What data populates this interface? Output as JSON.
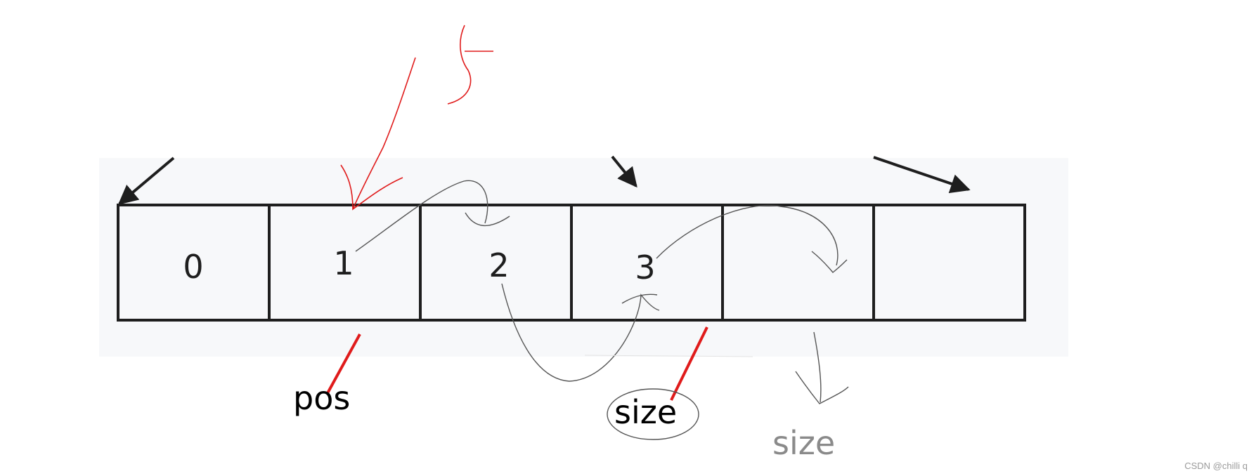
{
  "diagram": {
    "cells": [
      {
        "label": "0"
      },
      {
        "label": "1"
      },
      {
        "label": "2"
      },
      {
        "label": "3"
      },
      {
        "label": ""
      },
      {
        "label": ""
      }
    ],
    "annotations": {
      "pos": "pos",
      "size": "size",
      "size_next": "size"
    },
    "watermark": "CSDN @chilli q",
    "colors": {
      "panel_background": "#f7f8fa",
      "cell_border": "#1e1e1e",
      "ink_red": "#e01b1b",
      "ink_gray": "#555555",
      "faded_label": "#8a8a8a"
    }
  }
}
